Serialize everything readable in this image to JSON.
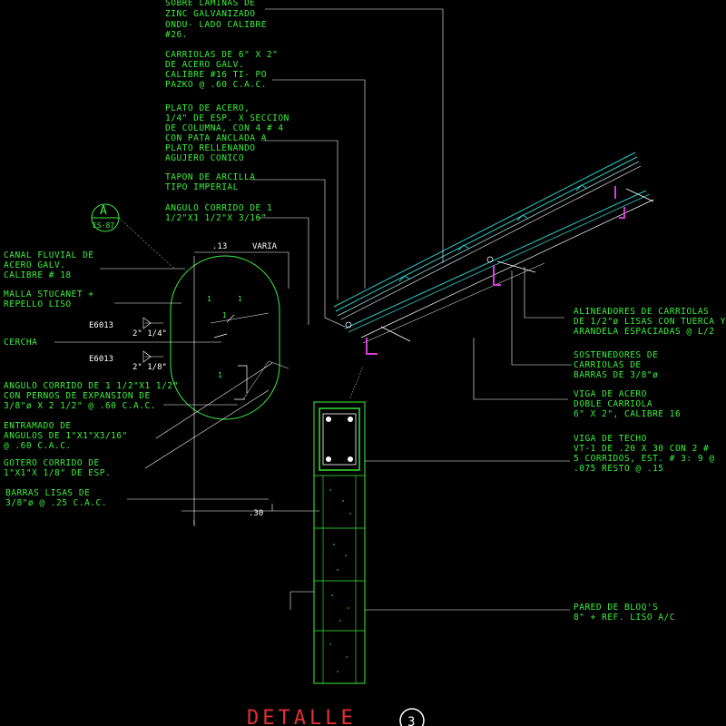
{
  "labels_top": {
    "roof_sheet": [
      "SOBRE LAMINAS DE",
      "ZINC GALVANIZADO",
      "ONDU- LADO CALIBRE",
      "#26."
    ],
    "purlins": [
      "CARRIOLAS DE 6\" X 2\"",
      "DE ACERO GALV.",
      "CALIBRE #16 TI- PO",
      "PAZKO @ .60 C.A.C."
    ],
    "plate": [
      "PLATO DE ACERO,",
      " 1/4\" DE ESP. X SECCION",
      "DE COLUMNA, CON 4 # 4",
      "CON PATA ANCLADA A",
      "PLATO RELLENANDO",
      "AGUJERO CONICO"
    ],
    "clay_cap": [
      "TAPON DE ARCILLA",
      "TIPO IMPERIAL"
    ],
    "angle": [
      "ANGULO CORRIDO DE 1",
      "1/2\"X1 1/2\"X 3/16\""
    ]
  },
  "labels_left": {
    "gutter": [
      "CANAL FLUVIAL DE",
      "ACERO GALV.",
      "CALIBRE # 18"
    ],
    "mesh": [
      "MALLA STUCANET +",
      "REPELLO LISO"
    ],
    "truss": [
      "CERCHA"
    ],
    "angle_bolts": [
      "ANGULO CORRIDO DE 1 1/2\"X1 1/2\"",
      "CON PERNOS DE EXPANSION DE",
      "3/8\"ø X 2 1/2\" @ .60 C.A.C."
    ],
    "frame": [
      "ENTRAMADO DE",
      "ANGULOS DE 1\"X1\"X3/16\"",
      "@ .60 C.A.C."
    ],
    "drip": [
      "GOTERO CORRIDO DE",
      "1\"X1\"X 1/8\" DE ESP."
    ],
    "bars": [
      "BARRAS LISAS DE",
      "3/8\"ø @ .25 C.A.C."
    ]
  },
  "labels_right": {
    "aligners": [
      "ALINEADORES DE CARRIOLAS",
      "DE 1/2\"ø LISAS CON TUERCA Y",
      "ARANDELA ESPACIADAS @ L/2"
    ],
    "supports": [
      "SOSTENEDORES DE",
      "CARRIOLAS DE",
      "BARRAS DE 3/8\"ø"
    ],
    "steel_beam": [
      "VIGA DE ACERO",
      "DOBLE CARRIOLA",
      "6\" X 2\", CALIBRE 16"
    ],
    "roof_beam": [
      "VIGA DE TECHO",
      "VT-1 DE .20 X 30 CON 2 #",
      "5 CORRIDOS, EST. # 3: 9 @",
      ".075 RESTO @ .15"
    ],
    "wall": [
      "PARED DE BLOQ'S",
      "8\" + REF. LISO A/C"
    ]
  },
  "dimensions": {
    "d13": ".13",
    "varia": "VARIA",
    "d30": ".30",
    "d14": "2\" 1/4\"",
    "d18": "2\" 1/8\""
  },
  "tags": {
    "es1": "E6013",
    "es2": "E6013"
  },
  "section_bubble": {
    "letter": "A",
    "sheet": "ES-87"
  },
  "title": {
    "text": "DETALLE",
    "number": "3"
  },
  "colors": {
    "text": "#3cf03c",
    "line": "#ffffff",
    "roof": "#2fc8c8",
    "magenta": "#d63cd6",
    "title": "#e23131",
    "concrete": "#3cf03c"
  }
}
